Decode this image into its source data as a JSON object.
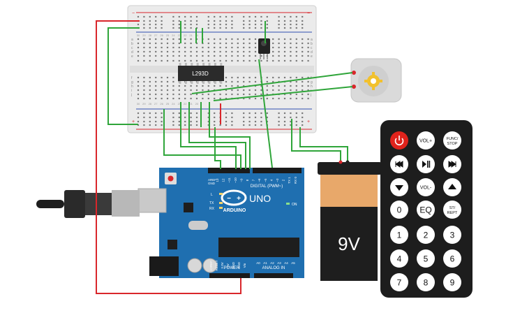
{
  "breadboard": {
    "col_numbers_left": [
      "30",
      "29",
      "28",
      "27",
      "26",
      "25",
      "24",
      "23",
      "22",
      "21",
      "20"
    ],
    "row_letters": [
      "a",
      "b",
      "c",
      "d",
      "e",
      "f",
      "g",
      "h",
      "i",
      "j"
    ]
  },
  "chip": {
    "label": "L293D"
  },
  "arduino": {
    "logo_text": "ARDUINO",
    "model": "UNO",
    "digital_header": "DIGITAL (PWM~)",
    "power_header": "POWER",
    "analog_header": "ANALOG IN",
    "tx_label": "TX",
    "rx_label": "RX",
    "on_label": "ON",
    "l_label": "L",
    "aref_label": "AREF",
    "gnd_label": "GND",
    "pin_labels_digital": [
      "13",
      "12",
      "~11",
      "~10",
      "~9",
      "8",
      "7",
      "~6",
      "~5",
      "4",
      "~3",
      "2",
      "TX 1",
      "RX 0"
    ],
    "pin_labels_power": [
      "IOREF",
      "RESET",
      "3.3V",
      "5V",
      "GND",
      "GND",
      "Vin"
    ],
    "pin_labels_analog": [
      "A0",
      "A1",
      "A2",
      "A3",
      "A4",
      "A5"
    ]
  },
  "battery": {
    "label": "9V"
  },
  "remote": {
    "buttons": [
      {
        "label": "",
        "icon": "power-icon"
      },
      {
        "label": "VOL+"
      },
      {
        "label": "FUNC/STOP"
      },
      {
        "label": "",
        "icon": "rewind-icon"
      },
      {
        "label": "",
        "icon": "play-pause-icon"
      },
      {
        "label": "",
        "icon": "fast-forward-icon"
      },
      {
        "label": "",
        "icon": "down-icon"
      },
      {
        "label": "VOL-"
      },
      {
        "label": "",
        "icon": "up-icon"
      },
      {
        "label": "0"
      },
      {
        "label": "EQ"
      },
      {
        "label": "ST/REPT"
      },
      {
        "label": "1"
      },
      {
        "label": "2"
      },
      {
        "label": "3"
      },
      {
        "label": "4"
      },
      {
        "label": "5"
      },
      {
        "label": "6"
      },
      {
        "label": "7"
      },
      {
        "label": "8"
      },
      {
        "label": "9"
      }
    ]
  },
  "colors": {
    "wire_green": "#2fa53a",
    "wire_red": "#d9262b",
    "board_blue": "#1f6fb0",
    "battery_orange": "#e8a86a",
    "remote_body": "#1d1d1d",
    "power_button": "#e0231c"
  }
}
